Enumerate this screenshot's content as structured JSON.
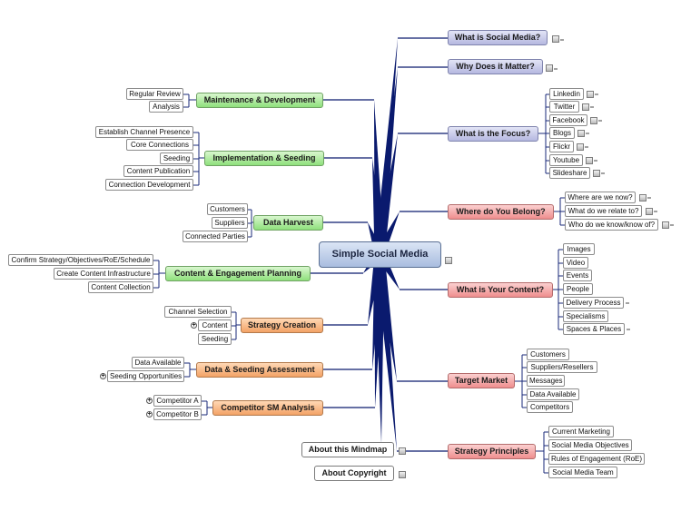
{
  "central_topic": "Simple Social Media",
  "left_branches": {
    "maintenance": {
      "label": "Maintenance & Development",
      "children": [
        "Regular Review",
        "Analysis"
      ]
    },
    "implementation": {
      "label": "Implementation & Seeding",
      "children": [
        "Establish Channel Presence",
        "Core Connections",
        "Seeding",
        "Content Publication",
        "Connection Development"
      ]
    },
    "harvest": {
      "label": "Data Harvest",
      "children": [
        "Customers",
        "Suppliers",
        "Connected Parties"
      ]
    },
    "planning": {
      "label": "Content & Engagement Planning",
      "children": [
        "Confirm Strategy/Objectives/RoE/Schedule",
        "Create Content Infrastructure",
        "Content Collection"
      ]
    },
    "strategy": {
      "label": "Strategy Creation",
      "children": [
        "Channel Selection",
        "Content",
        "Seeding"
      ]
    },
    "assessment": {
      "label": "Data & Seeding Assessment",
      "children": [
        "Data Available",
        "Seeding Opportunities"
      ]
    },
    "competitor": {
      "label": "Competitor SM Analysis",
      "children": [
        "Competitor A",
        "Competitor B"
      ]
    },
    "about_mindmap": {
      "label": "About this Mindmap"
    },
    "about_copyright": {
      "label": "About Copyright"
    }
  },
  "right_branches": {
    "what_is": {
      "label": "What is Social Media?"
    },
    "why": {
      "label": "Why Does it Matter?"
    },
    "focus": {
      "label": "What is the Focus?",
      "children": [
        "Linkedin",
        "Twitter",
        "Facebook",
        "Blogs",
        "Flickr",
        "Youtube",
        "Slideshare"
      ]
    },
    "belong": {
      "label": "Where do You Belong?",
      "children": [
        "Where are we now?",
        "What do we relate to?",
        "Who do we know/know of?"
      ]
    },
    "content": {
      "label": "What is Your Content?",
      "children": [
        "Images",
        "Video",
        "Events",
        "People",
        "Delivery Process",
        "Specialisms",
        "Spaces & Places"
      ]
    },
    "target": {
      "label": "Target Market",
      "children": [
        "Customers",
        "Suppliers/Resellers",
        "Messages",
        "Data Available",
        "Competitors"
      ]
    },
    "principles": {
      "label": "Strategy Principles",
      "children": [
        "Current Marketing",
        "Social Media Objectives",
        "Rules of Engagement (RoE)",
        "Social Media Team"
      ]
    }
  },
  "colors": {
    "connector": "#0a1a6e",
    "leaf_connector": "#1a2a78",
    "green": "#8fe07c",
    "orange": "#f3a266",
    "purple": "#b5b8e0",
    "red": "#ef8e8e"
  }
}
